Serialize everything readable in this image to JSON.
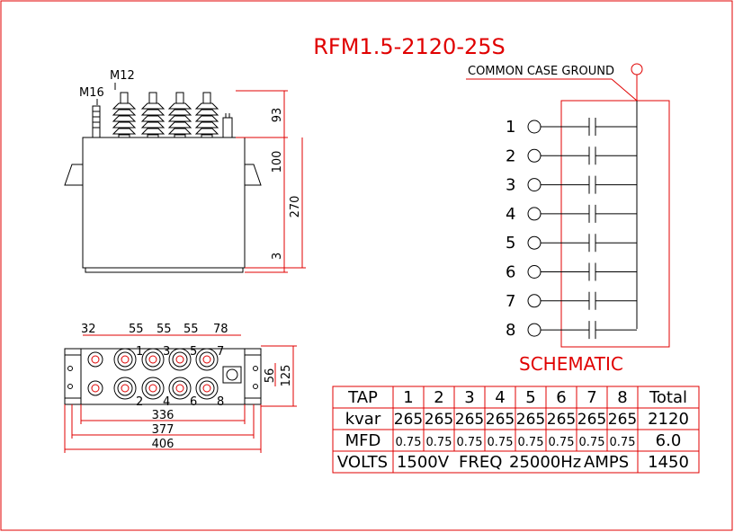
{
  "title": "RFM1.5-2120-25S",
  "common_label": "COMMON  CASE GROUND",
  "schematic_label": "SCHEMATIC",
  "side_view": {
    "terminal_labels": [
      "M16",
      "M12"
    ],
    "dims": [
      "93",
      "100",
      "270",
      "3"
    ]
  },
  "top_view": {
    "top_dims": [
      "32",
      "55",
      "55",
      "55",
      "78"
    ],
    "bottom_dims": [
      "336",
      "377",
      "406"
    ],
    "right_dims": [
      "56",
      "125"
    ],
    "tap_numbers_top": [
      "1",
      "3",
      "5",
      "7"
    ],
    "tap_numbers_bottom": [
      "2",
      "4",
      "6",
      "8"
    ]
  },
  "schematic": {
    "taps": [
      "1",
      "2",
      "3",
      "4",
      "5",
      "6",
      "7",
      "8"
    ]
  },
  "table": {
    "rows": [
      [
        "TAP",
        "1",
        "2",
        "3",
        "4",
        "5",
        "6",
        "7",
        "8",
        "Total"
      ],
      [
        "kvar",
        "265",
        "265",
        "265",
        "265",
        "265",
        "265",
        "265",
        "265",
        "2120"
      ],
      [
        "MFD",
        "0.75",
        "0.75",
        "0.75",
        "0.75",
        "0.75",
        "0.75",
        "0.75",
        "0.75",
        "6.0"
      ]
    ],
    "last_row": {
      "label": "VOLTS",
      "volts": "1500V",
      "freq_label": "FREQ",
      "freq": "25000Hz",
      "amps_label": "AMPS",
      "amps": "1450"
    }
  },
  "colors": {
    "line": "#e00000",
    "text": "#000000"
  }
}
